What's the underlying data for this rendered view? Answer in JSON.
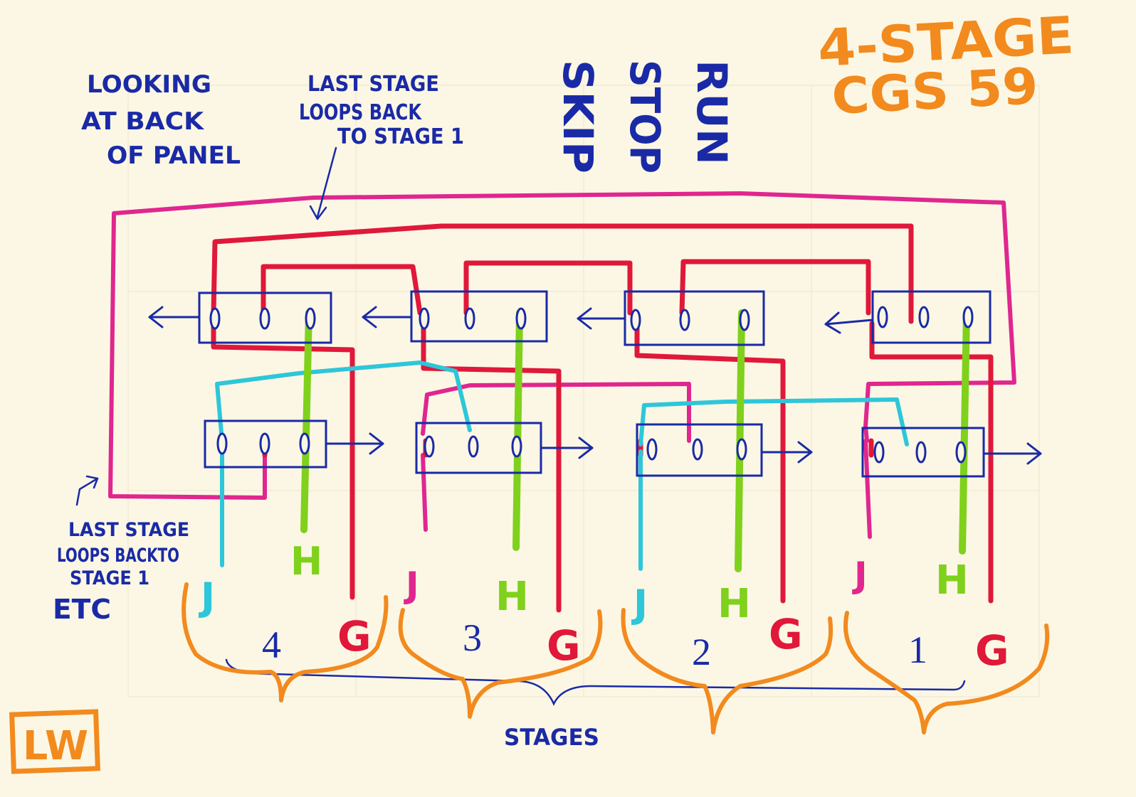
{
  "title": {
    "line1": "4-STAGE",
    "line2": "CGS 59"
  },
  "notes": {
    "looking": [
      "LOOKING",
      "AT BACK",
      "OF PANEL"
    ],
    "top_loop": [
      "LAST STAGE",
      "LOOPS BACK",
      "TO STAGE 1"
    ],
    "left_loop": [
      "LAST STAGE",
      "LOOPS BACKTO",
      "STAGE 1"
    ],
    "etc": "ETC"
  },
  "rotated_labels": [
    "SKIP",
    "STOP",
    "RUN"
  ],
  "stage_numbers": [
    "4",
    "3",
    "2",
    "1"
  ],
  "jack_labels": {
    "j": "J",
    "h": "H",
    "g": "G"
  },
  "stages_label": "STAGES",
  "logo": "LW",
  "colors": {
    "background": "#fbf7e4",
    "blue_ink": "#1a2aa6",
    "orange": "#f28a1e",
    "red": "#e0183a",
    "green": "#7fd11c",
    "magenta": "#e0268f",
    "cyan": "#2ec6d9"
  }
}
